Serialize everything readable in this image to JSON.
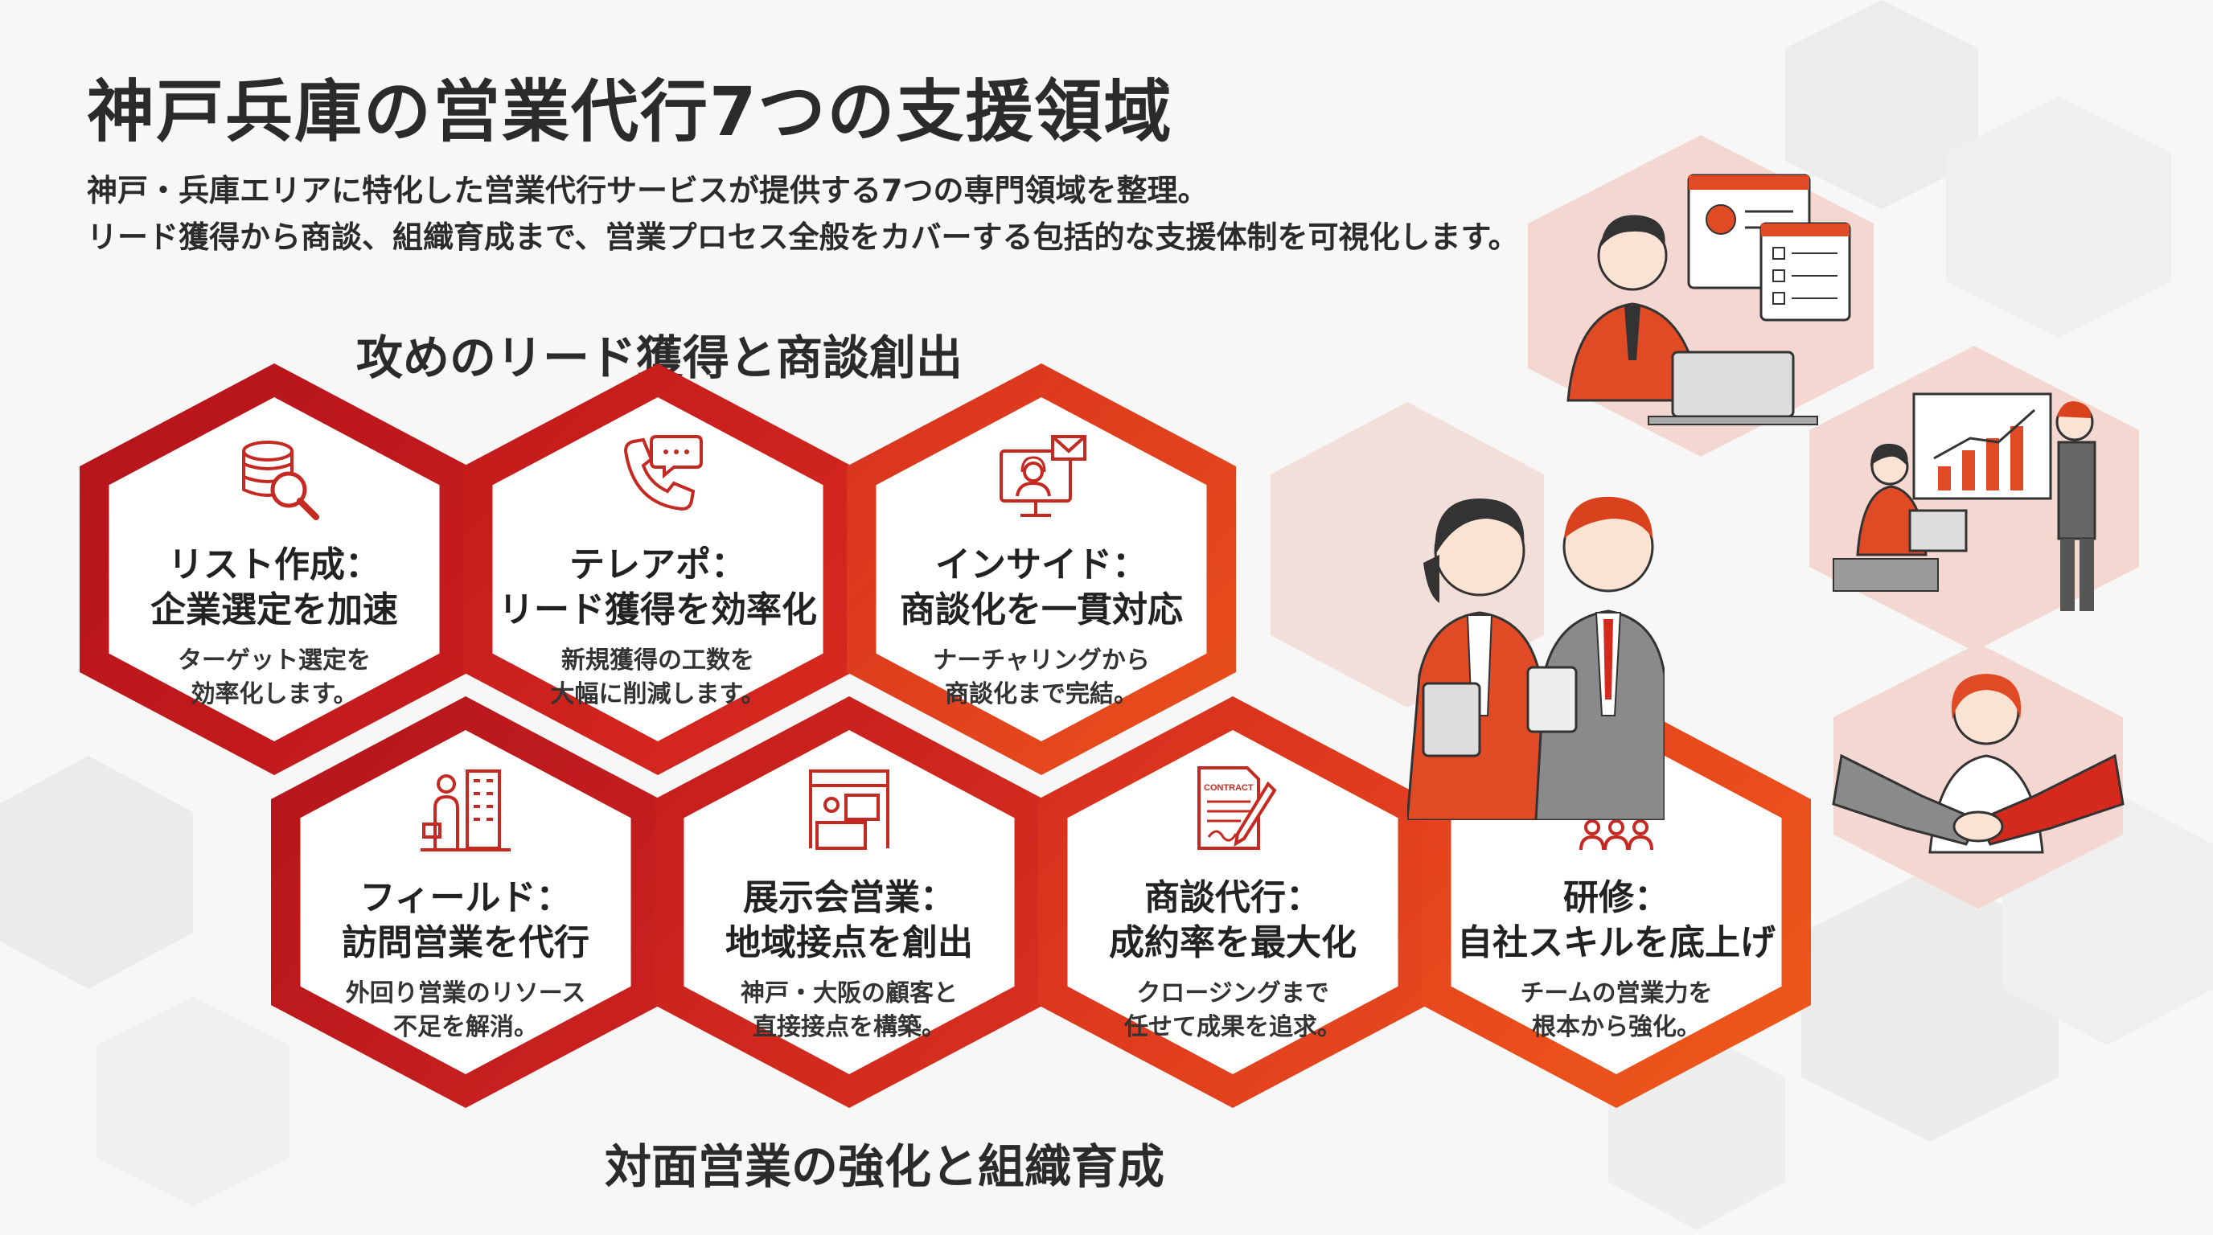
{
  "title": "神戸兵庫の営業代行7つの支援領域",
  "subtitle": {
    "line1": "神戸・兵庫エリアに特化した営業代行サービスが提供する7つの専門領域を整理。",
    "line2": "リード獲得から商談、組織育成まで、営業プロセス全般をカバーする包括的な支援体制を可視化します。"
  },
  "sections": {
    "top": "攻めのリード獲得と商談創出",
    "bottom": "対面営業の強化と組織育成"
  },
  "areas": [
    {
      "icon": "database-search-icon",
      "title1": "リスト作成：",
      "title2": "企業選定を加速",
      "desc1": "ターゲット選定を",
      "desc2": "効率化します。"
    },
    {
      "icon": "phone-chat-icon",
      "title1": "テレアポ：",
      "title2": "リード獲得を効率化",
      "desc1": "新規獲得の工数を",
      "desc2": "大幅に削減します。"
    },
    {
      "icon": "monitor-headset-mail-icon",
      "title1": "インサイド：",
      "title2": "商談化を一貫対応",
      "desc1": "ナーチャリングから",
      "desc2": "商談化まで完結。"
    },
    {
      "icon": "visit-building-icon",
      "title1": "フィールド：",
      "title2": "訪問営業を代行",
      "desc1": "外回り営業のリソース",
      "desc2": "不足を解消。"
    },
    {
      "icon": "exhibition-booth-icon",
      "title1": "展示会営業：",
      "title2": "地域接点を創出",
      "desc1": "神戸・大阪の顧客と",
      "desc2": "直接接点を構築。"
    },
    {
      "icon": "contract-pen-icon",
      "title1": "商談代行：",
      "title2": "成約率を最大化",
      "desc1": "クロージングまで",
      "desc2": "任せて成果を追求。"
    },
    {
      "icon": "training-presentation-icon",
      "title1": "研修：",
      "title2": "自社スキルを底上げ",
      "desc1": "チームの営業力を",
      "desc2": "根本から強化。"
    }
  ],
  "illustration_icons": [
    "online-meeting-illustration",
    "business-duo-illustration",
    "presentation-illustration",
    "handshake-illustration"
  ],
  "colors": {
    "dark_red": "#b3141b",
    "red": "#d42a1e",
    "orange_red": "#ea4d1c",
    "text": "#2b2b2b",
    "pale_pink": "#f4d9d3"
  }
}
